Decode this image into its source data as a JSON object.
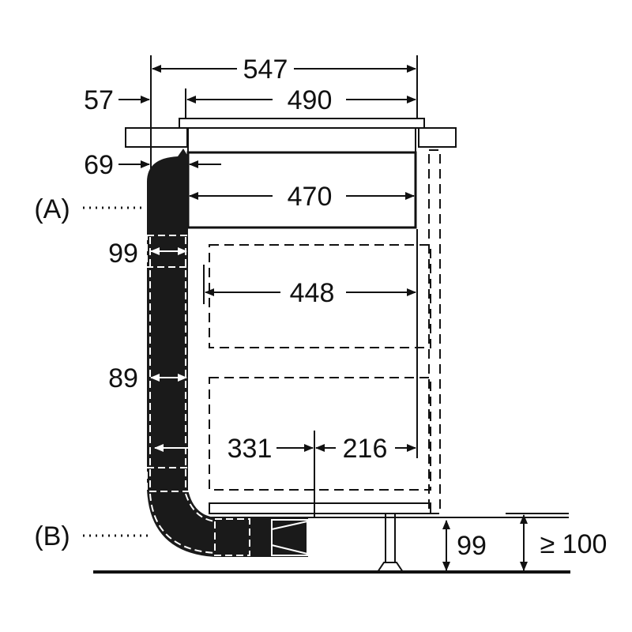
{
  "dimensions": {
    "overall_width": "547",
    "hob_width": "490",
    "left_offset": "57",
    "duct_offset": "69",
    "body_width": "470",
    "duct_width": "99",
    "inner_width": "448",
    "duct_depth": "89",
    "duct_to_center": "331",
    "center_to_back": "216",
    "plinth_height": "99",
    "min_clearance": "≥ 100"
  },
  "labels": {
    "a": "(A)",
    "b": "(B)"
  },
  "colors": {
    "line": "#111111",
    "background": "#ffffff"
  }
}
